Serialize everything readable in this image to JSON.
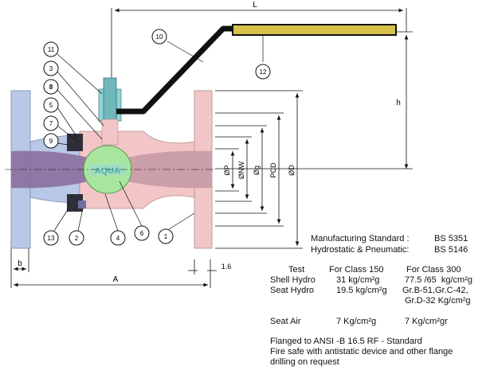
{
  "drawing": {
    "dims": {
      "L": "L",
      "h": "h",
      "b": "b",
      "A": "A",
      "gap": "1.6",
      "P": "ØP",
      "NW": "ØNW",
      "g": "Øg",
      "PCD": "PCD",
      "D": "ØD"
    },
    "watermark": "AQUA",
    "callouts": [
      "1",
      "2",
      "3",
      "4",
      "5",
      "6",
      "7",
      "8",
      "9",
      "10",
      "11",
      "12",
      "13"
    ],
    "colors": {
      "body_pink": "#f2c6c6",
      "flange_blue": "#b9c8e6",
      "bore_purple": "#8a6f9e",
      "ball_green": "#a8e6a0",
      "lever_black": "#111111",
      "lever_sleeve": "#d6c24a",
      "stem_teal": "#8fd3d6"
    }
  },
  "standards": {
    "manufacturing_label": "Manufacturing Standard :",
    "manufacturing_value": "BS 5351",
    "hydro_label": "Hydrostatic & Pneumatic:",
    "hydro_value": "BS 5146"
  },
  "test_table": {
    "headers": [
      "Test",
      "For Class 150",
      "For Class 300"
    ],
    "rows": [
      {
        "test": "Shell Hydro",
        "c150": "31 kg/cm²g",
        "c300": "77.5 /65  kg/cm²g"
      },
      {
        "test": "Seat Hydro",
        "c150": "19.5 kg/cm²g",
        "c300": "Gr.B-51,Gr.C-42,"
      },
      {
        "test": "",
        "c150": "",
        "c300": "Gr.D-32 Kg/cm²g"
      },
      {
        "test": "Seat Air",
        "c150": "7 Kg/cm²g",
        "c300": "7 Kg/cm²gr"
      }
    ]
  },
  "notes": {
    "line1": "Flanged to ANSI -B 16.5 RF - Standard",
    "line2": "Fire safe with antistatic device and other flange",
    "line3": "drilling on request"
  }
}
